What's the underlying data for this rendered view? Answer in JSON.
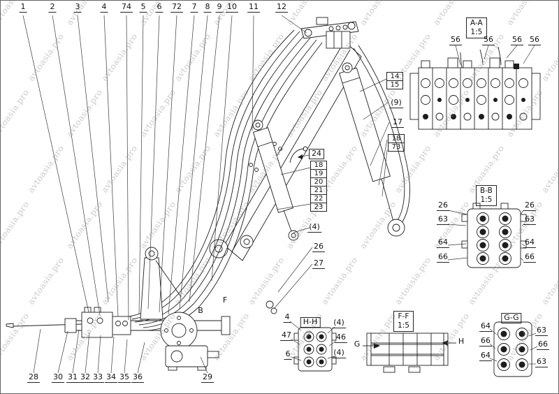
{
  "watermark": "avtoasia.pro",
  "top_callouts": [
    "1",
    "2",
    "3",
    "4",
    "74",
    "5",
    "6",
    "72",
    "7",
    "8",
    "9",
    "10",
    "11",
    "12"
  ],
  "bottom_callouts": [
    "28",
    "30",
    "31",
    "32",
    "33",
    "34",
    "35",
    "36",
    "29"
  ],
  "mid": {
    "c24": "24",
    "column": [
      "18",
      "19",
      "20",
      "21",
      "22",
      "23"
    ],
    "c4a": "(4)",
    "c26": "26",
    "c27": "27"
  },
  "right_mid": {
    "c14": "14",
    "c15": "15",
    "c9": "(9)",
    "c17": "17",
    "c18": "18",
    "c73": "73"
  },
  "cut_markers": {
    "b": "B",
    "f": "F"
  },
  "views": {
    "aa": {
      "title": "A-A",
      "scale": "1:5",
      "c56_1": "56",
      "c56_2": "56",
      "c56_3": "56",
      "c56_4": "56"
    },
    "bb": {
      "title": "B-B",
      "scale": "1:5",
      "left": [
        "26",
        "63",
        "64",
        "66"
      ],
      "right": [
        "26",
        "63",
        "64",
        "66"
      ]
    },
    "hh": {
      "title": "H-H",
      "left": [
        "4",
        "47",
        "6"
      ],
      "right": [
        "(4)",
        "46",
        "(4)"
      ]
    },
    "ff": {
      "title": "F-F",
      "scale": "1:5",
      "g": "G",
      "h": "H"
    },
    "gg": {
      "title": "G-G",
      "left": [
        "64",
        "66",
        "64"
      ],
      "right": [
        "63",
        "66",
        "63"
      ]
    }
  }
}
